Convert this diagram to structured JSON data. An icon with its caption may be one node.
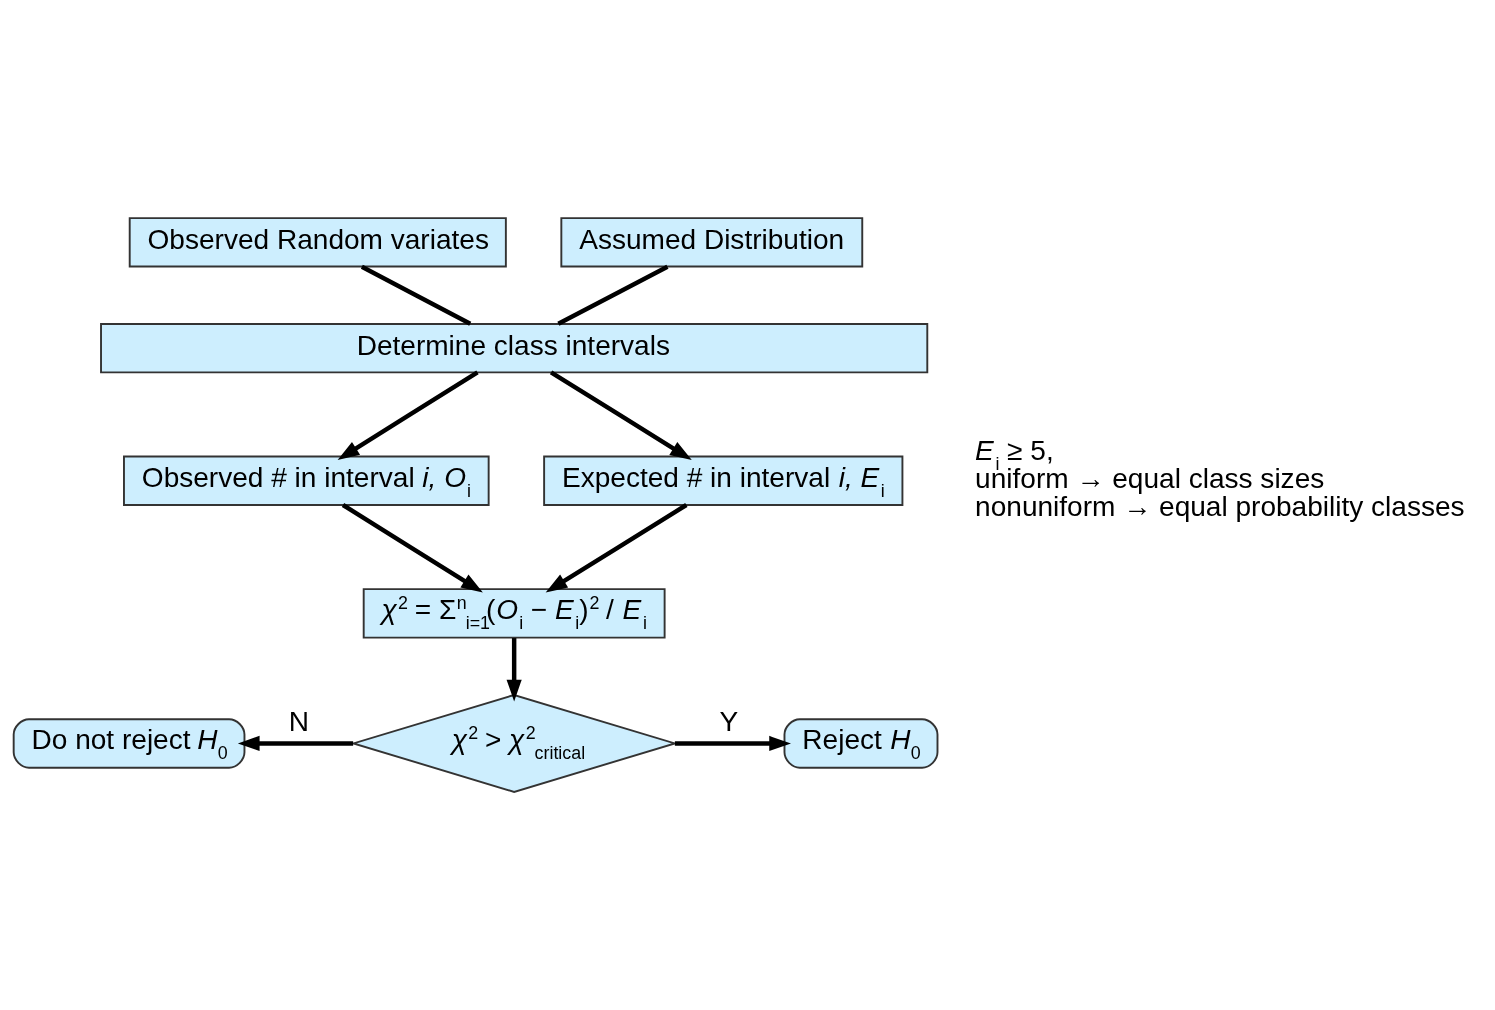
{
  "diagram": {
    "nodes": [
      {
        "text": [
          "Observed Random variates"
        ]
      },
      {
        "text": [
          "Assumed Distribution"
        ]
      },
      {
        "text": [
          "Determine class intervals"
        ]
      },
      {
        "text": [
          "Observed # in interval *i, O*$_{i}$"
        ]
      },
      {
        "text": [
          "Expected # in interval *i, E*$_{i}$"
        ]
      },
      {
        "text": [
          "*χ*$^{2}$ = Σ$^{n}$$_{i=1}$(*O*$_{i}$ − *E*$_{i}$)$^{2}$ / *E*$_{i}$"
        ]
      },
      {
        "text": [
          "*χ*$^{2}$ > *χ*$^{2}$$_{critical}$"
        ]
      },
      {
        "text": [
          "Do not reject *H*$_{0}$"
        ]
      },
      {
        "text": [
          "Reject *H*$_{0}$"
        ]
      }
    ],
    "edges": [
      {
        "from": 0,
        "to": 2,
        "arrow": "none"
      },
      {
        "from": 1,
        "to": 2,
        "arrow": "none"
      },
      {
        "from": 2,
        "to": 3,
        "arrow": "to"
      },
      {
        "from": 2,
        "to": 4,
        "arrow": "to"
      },
      {
        "from": 3,
        "to": 5,
        "arrow": "to"
      },
      {
        "from": 4,
        "to": 5,
        "arrow": "to"
      },
      {
        "from": 5,
        "to": 6,
        "arrow": "to"
      },
      {
        "from": 6,
        "to": 7,
        "arrow": "to",
        "label": "N"
      },
      {
        "from": 6,
        "to": 8,
        "arrow": "to",
        "label": "Y"
      }
    ],
    "labels": [
      "*E*$_{i}$ ≥ 5,",
      "uniform → equal class sizes",
      "nonuniform → equal probability classes"
    ]
  }
}
